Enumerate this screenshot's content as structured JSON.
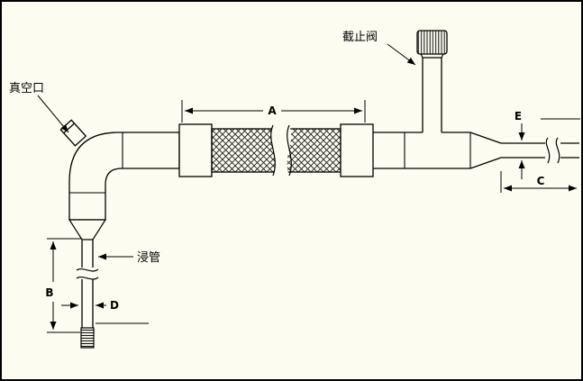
{
  "page": {
    "background": "#fdfcf0",
    "line_color": "#000000"
  },
  "diagram": {
    "labels": {
      "vacuum_port": "真空口",
      "shutoff_valve": "截止阀",
      "dip_tube": "浸管"
    },
    "dimensions": {
      "a": "A",
      "b": "B",
      "c": "C",
      "d": "D",
      "e": "E"
    }
  }
}
